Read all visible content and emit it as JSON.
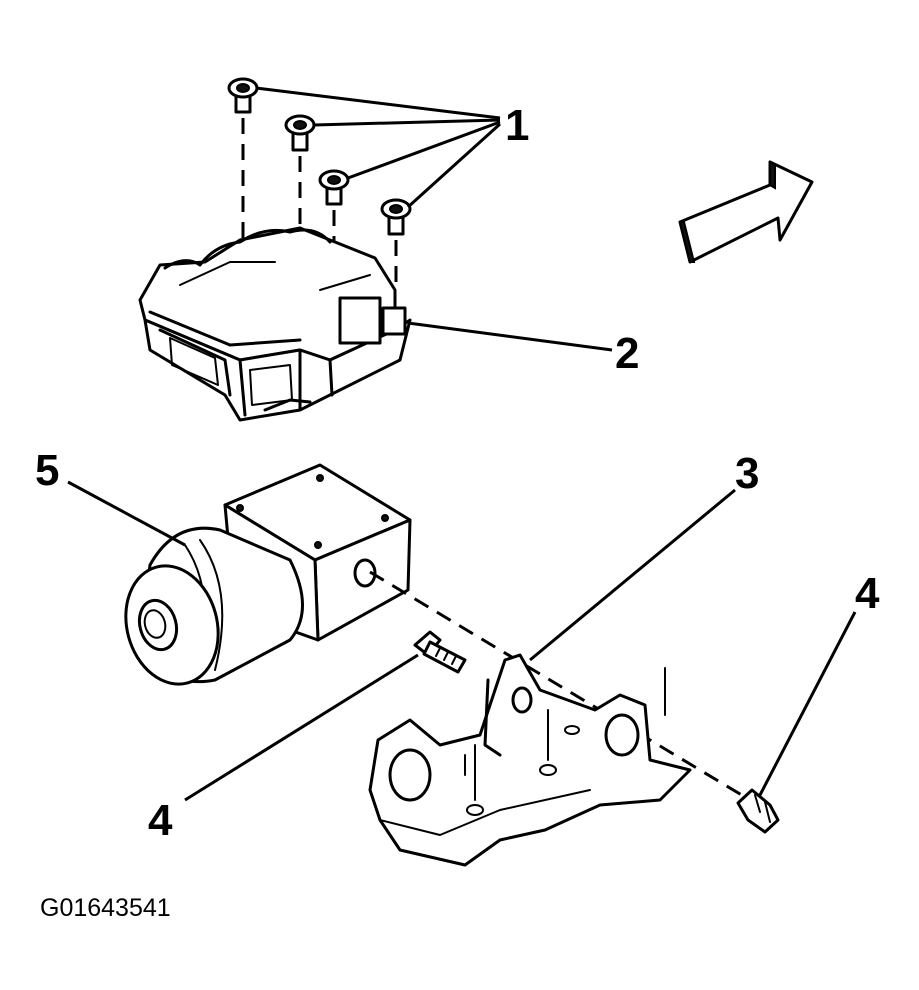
{
  "callouts": {
    "c1": "1",
    "c2": "2",
    "c3": "3",
    "c4a": "4",
    "c4b": "4",
    "c5": "5"
  },
  "figure_id": "G01643541",
  "colors": {
    "ink": "#000000",
    "paper": "#ffffff"
  },
  "icons": {
    "direction": "forward-arrow-icon"
  }
}
